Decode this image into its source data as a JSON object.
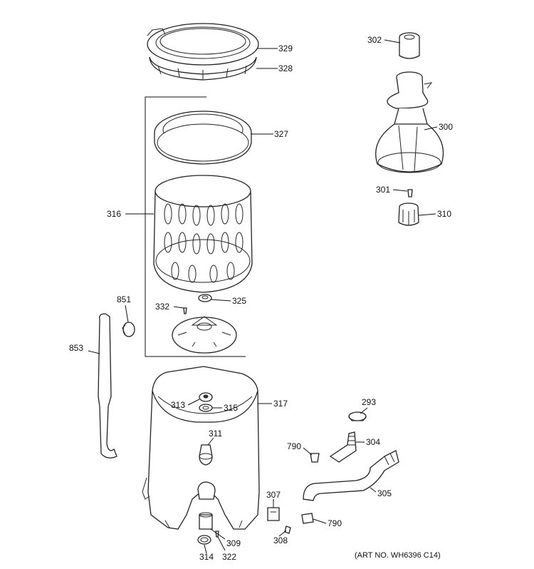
{
  "art_number": "(ART NO. WH6396 C14)",
  "callouts": [
    "329",
    "328",
    "327",
    "316",
    "325",
    "332",
    "851",
    "853",
    "317",
    "313",
    "315",
    "311",
    "309",
    "314",
    "322",
    "302",
    "300",
    "301",
    "310",
    "293",
    "304",
    "790",
    "305",
    "307",
    "790",
    "308"
  ]
}
